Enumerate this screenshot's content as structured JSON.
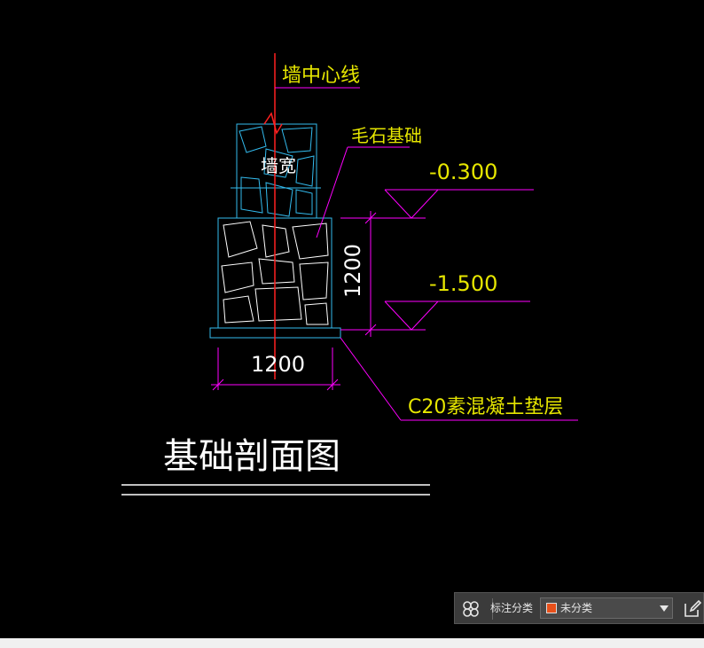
{
  "drawing": {
    "title": "基础剖面图",
    "labels": {
      "wall_centerline": "墙中心线",
      "rubble_foundation": "毛石基础",
      "wall_width": "墙宽",
      "cushion": "C20素混凝土垫层"
    },
    "elevations": {
      "top": "-0.300",
      "bottom": "-1.500"
    },
    "dimensions": {
      "height": "1200",
      "width": "1200"
    },
    "colors": {
      "background": "#000000",
      "text": "#e6e600",
      "leader": "#ff00ff",
      "section_line": "#ff2020",
      "outline": "#33bbee",
      "white_text": "#ffffff"
    }
  },
  "toolbar": {
    "label": "标注分类",
    "selected": "未分类",
    "swatch_color": "#e8501a",
    "icons": [
      "grid-icon",
      "edit-icon"
    ]
  }
}
